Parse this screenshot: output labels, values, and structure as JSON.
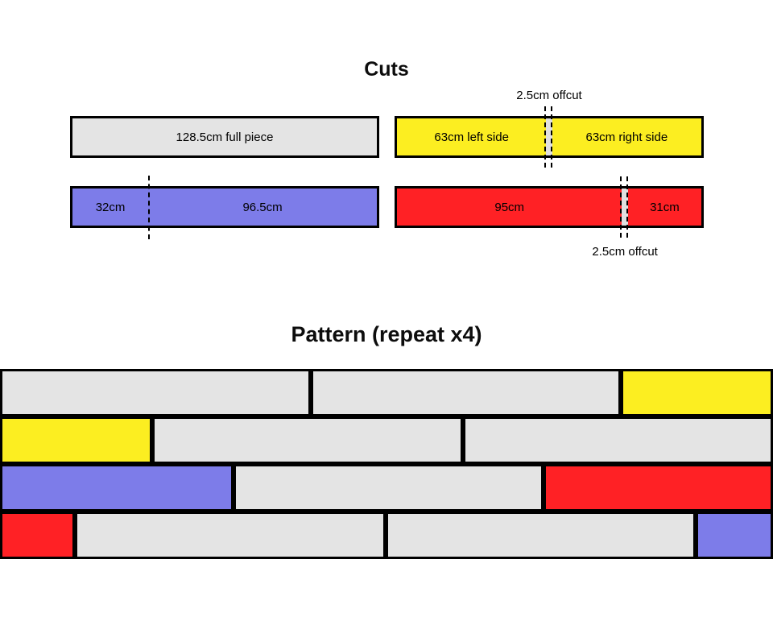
{
  "colors": {
    "gray": "#e4e4e4",
    "yellow": "#fcee21",
    "blue": "#7d7ce9",
    "red": "#ff2125",
    "offcut": "#e0e0e0",
    "border": "#000000"
  },
  "cuts": {
    "title": "Cuts",
    "bars": [
      {
        "name": "full-piece",
        "color": "gray",
        "segments": [
          {
            "label": "128.5cm full piece",
            "cm": 128.5
          }
        ]
      },
      {
        "name": "yellow-two-sides",
        "color": "yellow",
        "segments": [
          {
            "label": "63cm left side",
            "cm": 63
          },
          {
            "label": "63cm right side",
            "cm": 63
          }
        ],
        "offcut": {
          "cm": 2.5,
          "label": "2.5cm offcut",
          "label_pos": "above"
        }
      },
      {
        "name": "blue-split",
        "color": "blue",
        "segments": [
          {
            "label": "32cm",
            "cm": 32
          },
          {
            "label": "96.5cm",
            "cm": 96.5
          }
        ],
        "cutline_after_cm": 32
      },
      {
        "name": "red-split",
        "color": "red",
        "segments": [
          {
            "label": "95cm",
            "cm": 95
          },
          {
            "label": "31cm",
            "cm": 31
          }
        ],
        "offcut": {
          "cm": 2.5,
          "label": "2.5cm offcut",
          "label_pos": "below"
        }
      }
    ]
  },
  "pattern": {
    "title": "Pattern (repeat x4)",
    "rows": [
      {
        "pieces": [
          {
            "color": "gray",
            "cm": 128.5
          },
          {
            "color": "gray",
            "cm": 128.5
          },
          {
            "color": "yellow",
            "cm": 63
          }
        ]
      },
      {
        "pieces": [
          {
            "color": "yellow",
            "cm": 63
          },
          {
            "color": "gray",
            "cm": 128.5
          },
          {
            "color": "gray",
            "cm": 128.5
          }
        ]
      },
      {
        "pieces": [
          {
            "color": "blue",
            "cm": 96.5
          },
          {
            "color": "gray",
            "cm": 128.5
          },
          {
            "color": "red",
            "cm": 95
          }
        ]
      },
      {
        "pieces": [
          {
            "color": "red",
            "cm": 31
          },
          {
            "color": "gray",
            "cm": 128.5
          },
          {
            "color": "gray",
            "cm": 128.5
          },
          {
            "color": "blue",
            "cm": 32
          }
        ]
      }
    ]
  }
}
